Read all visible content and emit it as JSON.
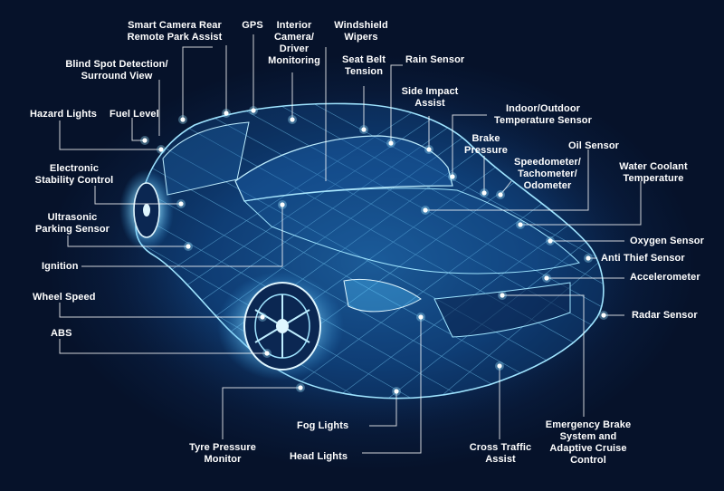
{
  "labels": {
    "smart_camera": "Smart Camera Rear\nRemote Park Assist",
    "gps": "GPS",
    "interior_camera": "Interior\nCamera/\nDriver\nMonitoring",
    "windshield_wipers": "Windshield\nWipers",
    "seat_belt": "Seat Belt\nTension",
    "rain_sensor": "Rain Sensor",
    "blind_spot": "Blind Spot Detection/\nSurround View",
    "side_impact": "Side Impact\nAssist",
    "hazard_lights": "Hazard Lights",
    "fuel_level": "Fuel Level",
    "indoor_outdoor": "Indoor/Outdoor\nTemperature Sensor",
    "brake_pressure": "Brake\nPressure",
    "oil_sensor": "Oil Sensor",
    "speedometer": "Speedometer/\nTachometer/\nOdometer",
    "electronic_stability": "Electronic\nStability Control",
    "water_coolant": "Water Coolant\nTemperature",
    "ultrasonic": "Ultrasonic\nParking Sensor",
    "oxygen_sensor": "Oxygen Sensor",
    "anti_thief": "Anti Thief Sensor",
    "ignition": "Ignition",
    "accelerometer": "Accelerometer",
    "wheel_speed": "Wheel Speed",
    "radar_sensor": "Radar Sensor",
    "abs": "ABS",
    "emergency_brake": "Emergency Brake\nSystem and\nAdaptive Cruise\nControl",
    "fog_lights": "Fog Lights",
    "tyre_pressure": "Tyre Pressure\nMonitor",
    "head_lights": "Head Lights",
    "cross_traffic": "Cross Traffic\nAssist"
  },
  "colors": {
    "background": "#06122a",
    "car_wire": "#7fd6ff",
    "car_glow": "#2a8fd6",
    "label_text": "#ffffff",
    "leader_line": "#ffffff"
  }
}
